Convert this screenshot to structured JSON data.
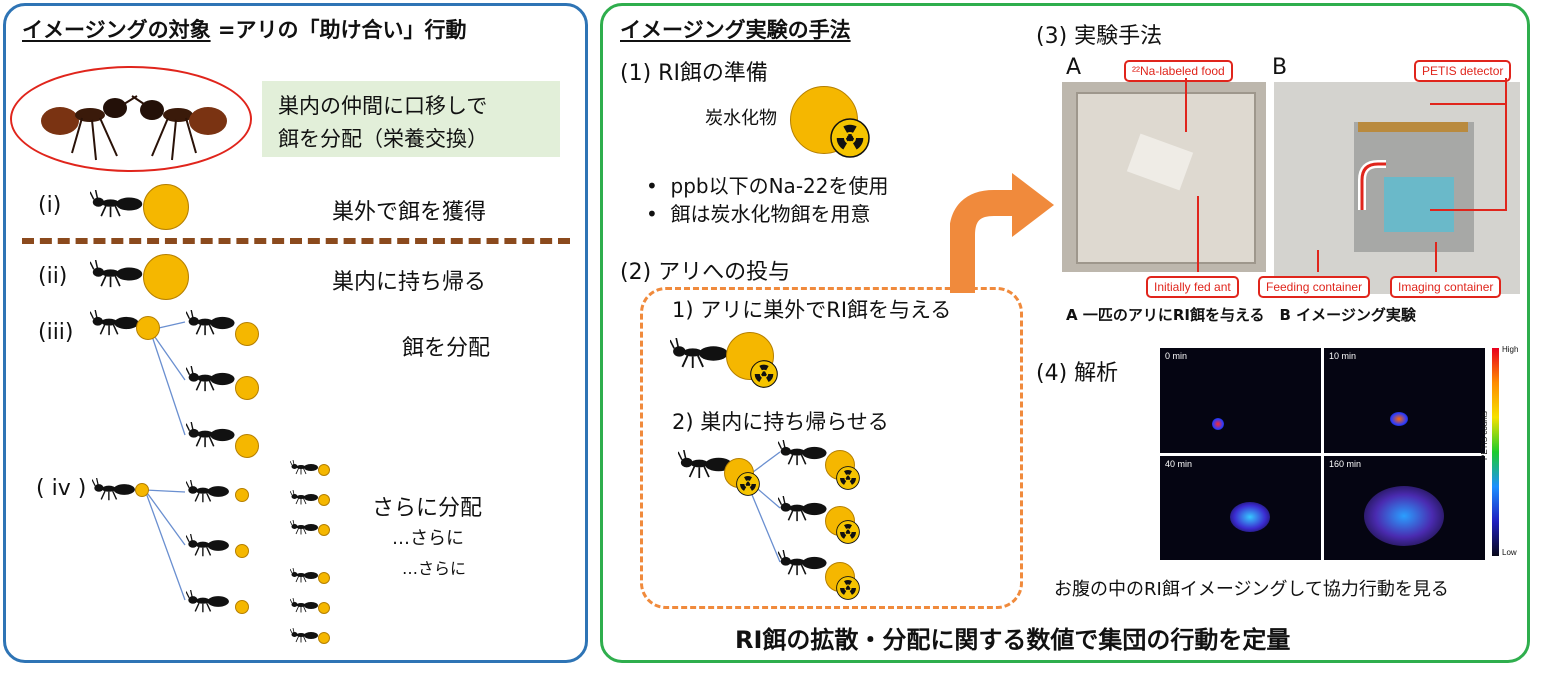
{
  "left": {
    "title_part1": "イメージングの対象",
    "title_part2": " =アリの「助け合い」行動",
    "note_line1": "巣内の仲間に口移しで",
    "note_line2": "餌を分配（栄養交換）",
    "steps": [
      {
        "num": "(i)",
        "label": "巣外で餌を獲得"
      },
      {
        "num": "(ii)",
        "label": "巣内に持ち帰る"
      },
      {
        "num": "(iii)",
        "label": "餌を分配"
      },
      {
        "num": "( iv )",
        "label": "さらに分配"
      }
    ],
    "further1": "…さらに",
    "further2": "…さらに"
  },
  "right": {
    "title": "イメージング実験の手法",
    "sec1": "(1) RI餌の準備",
    "carb_label": "炭水化物",
    "bullets": [
      "ppb以下のNa-22を使用",
      "餌は炭水化物餌を用意"
    ],
    "sec2": "(2) アリへの投与",
    "sub1": "1) アリに巣外でRI餌を与える",
    "sub2": "2) 巣内に持ち帰らせる",
    "sec3": "(3) 実験手法",
    "photo_a_letter": "A",
    "photo_b_letter": "B",
    "callouts": {
      "na_food": "²²Na-labeled food",
      "fed_ant": "Initially fed ant",
      "petis": "PETIS detector",
      "feeding": "Feeding container",
      "imaging": "Imaging container"
    },
    "caption_ab": "A 一匹のアリにRI餌を与える　B イメージング実験",
    "sec4": "(4) 解析",
    "petis_panels": [
      "0 min",
      "10 min",
      "40 min",
      "160 min"
    ],
    "colorbar_high": "High",
    "colorbar_low": "Low",
    "colorbar_label": "PETIS counts",
    "caption_petis": "お腹の中のRI餌イメージングして協力行動を見る",
    "bottom": "RI餌の拡散・分配に関する数値で集団の行動を定量"
  },
  "colors": {
    "left_border": "#2e74b5",
    "right_border": "#2fae4d",
    "food": "#f5b700",
    "arrow": "#f08a3c",
    "callout": "#e0251c",
    "note_bg": "#e2efd9",
    "divider": "#8b4a1d"
  },
  "icons": [
    "ant-icon",
    "food-ball-icon",
    "radiation-icon",
    "arrow-icon"
  ]
}
